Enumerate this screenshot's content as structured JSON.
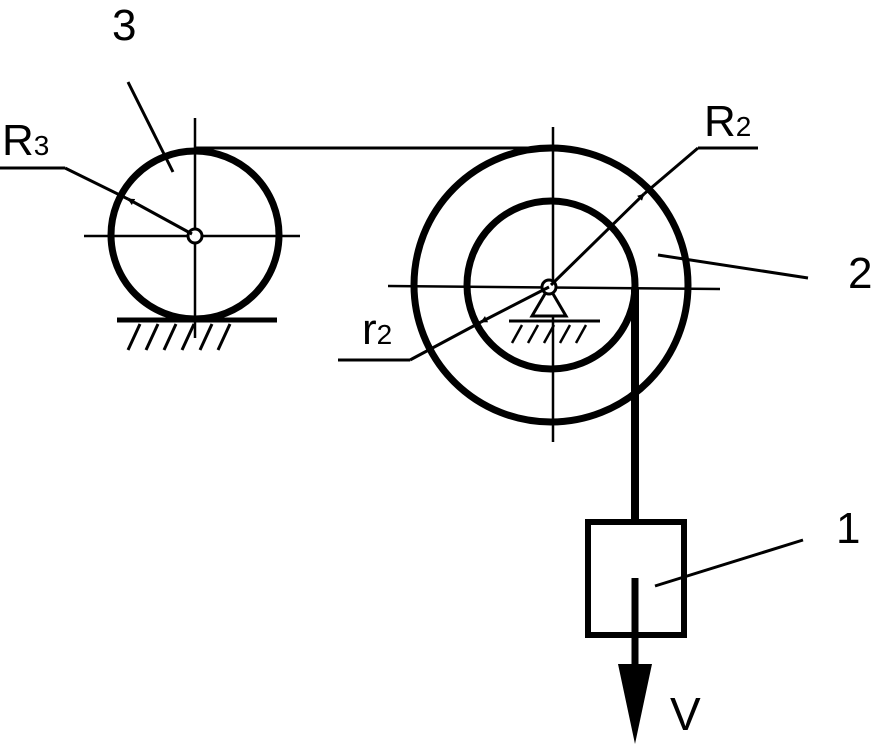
{
  "diagram": {
    "labels": {
      "body3": "3",
      "body2": "2",
      "body1": "1",
      "R3_main": "R",
      "R3_sub": "3",
      "R2_main": "R",
      "R2_sub": "2",
      "r2_main": "r",
      "r2_sub": "2",
      "velocity": "V"
    },
    "colors": {
      "ink": "#000000",
      "background": "#ffffff"
    }
  }
}
